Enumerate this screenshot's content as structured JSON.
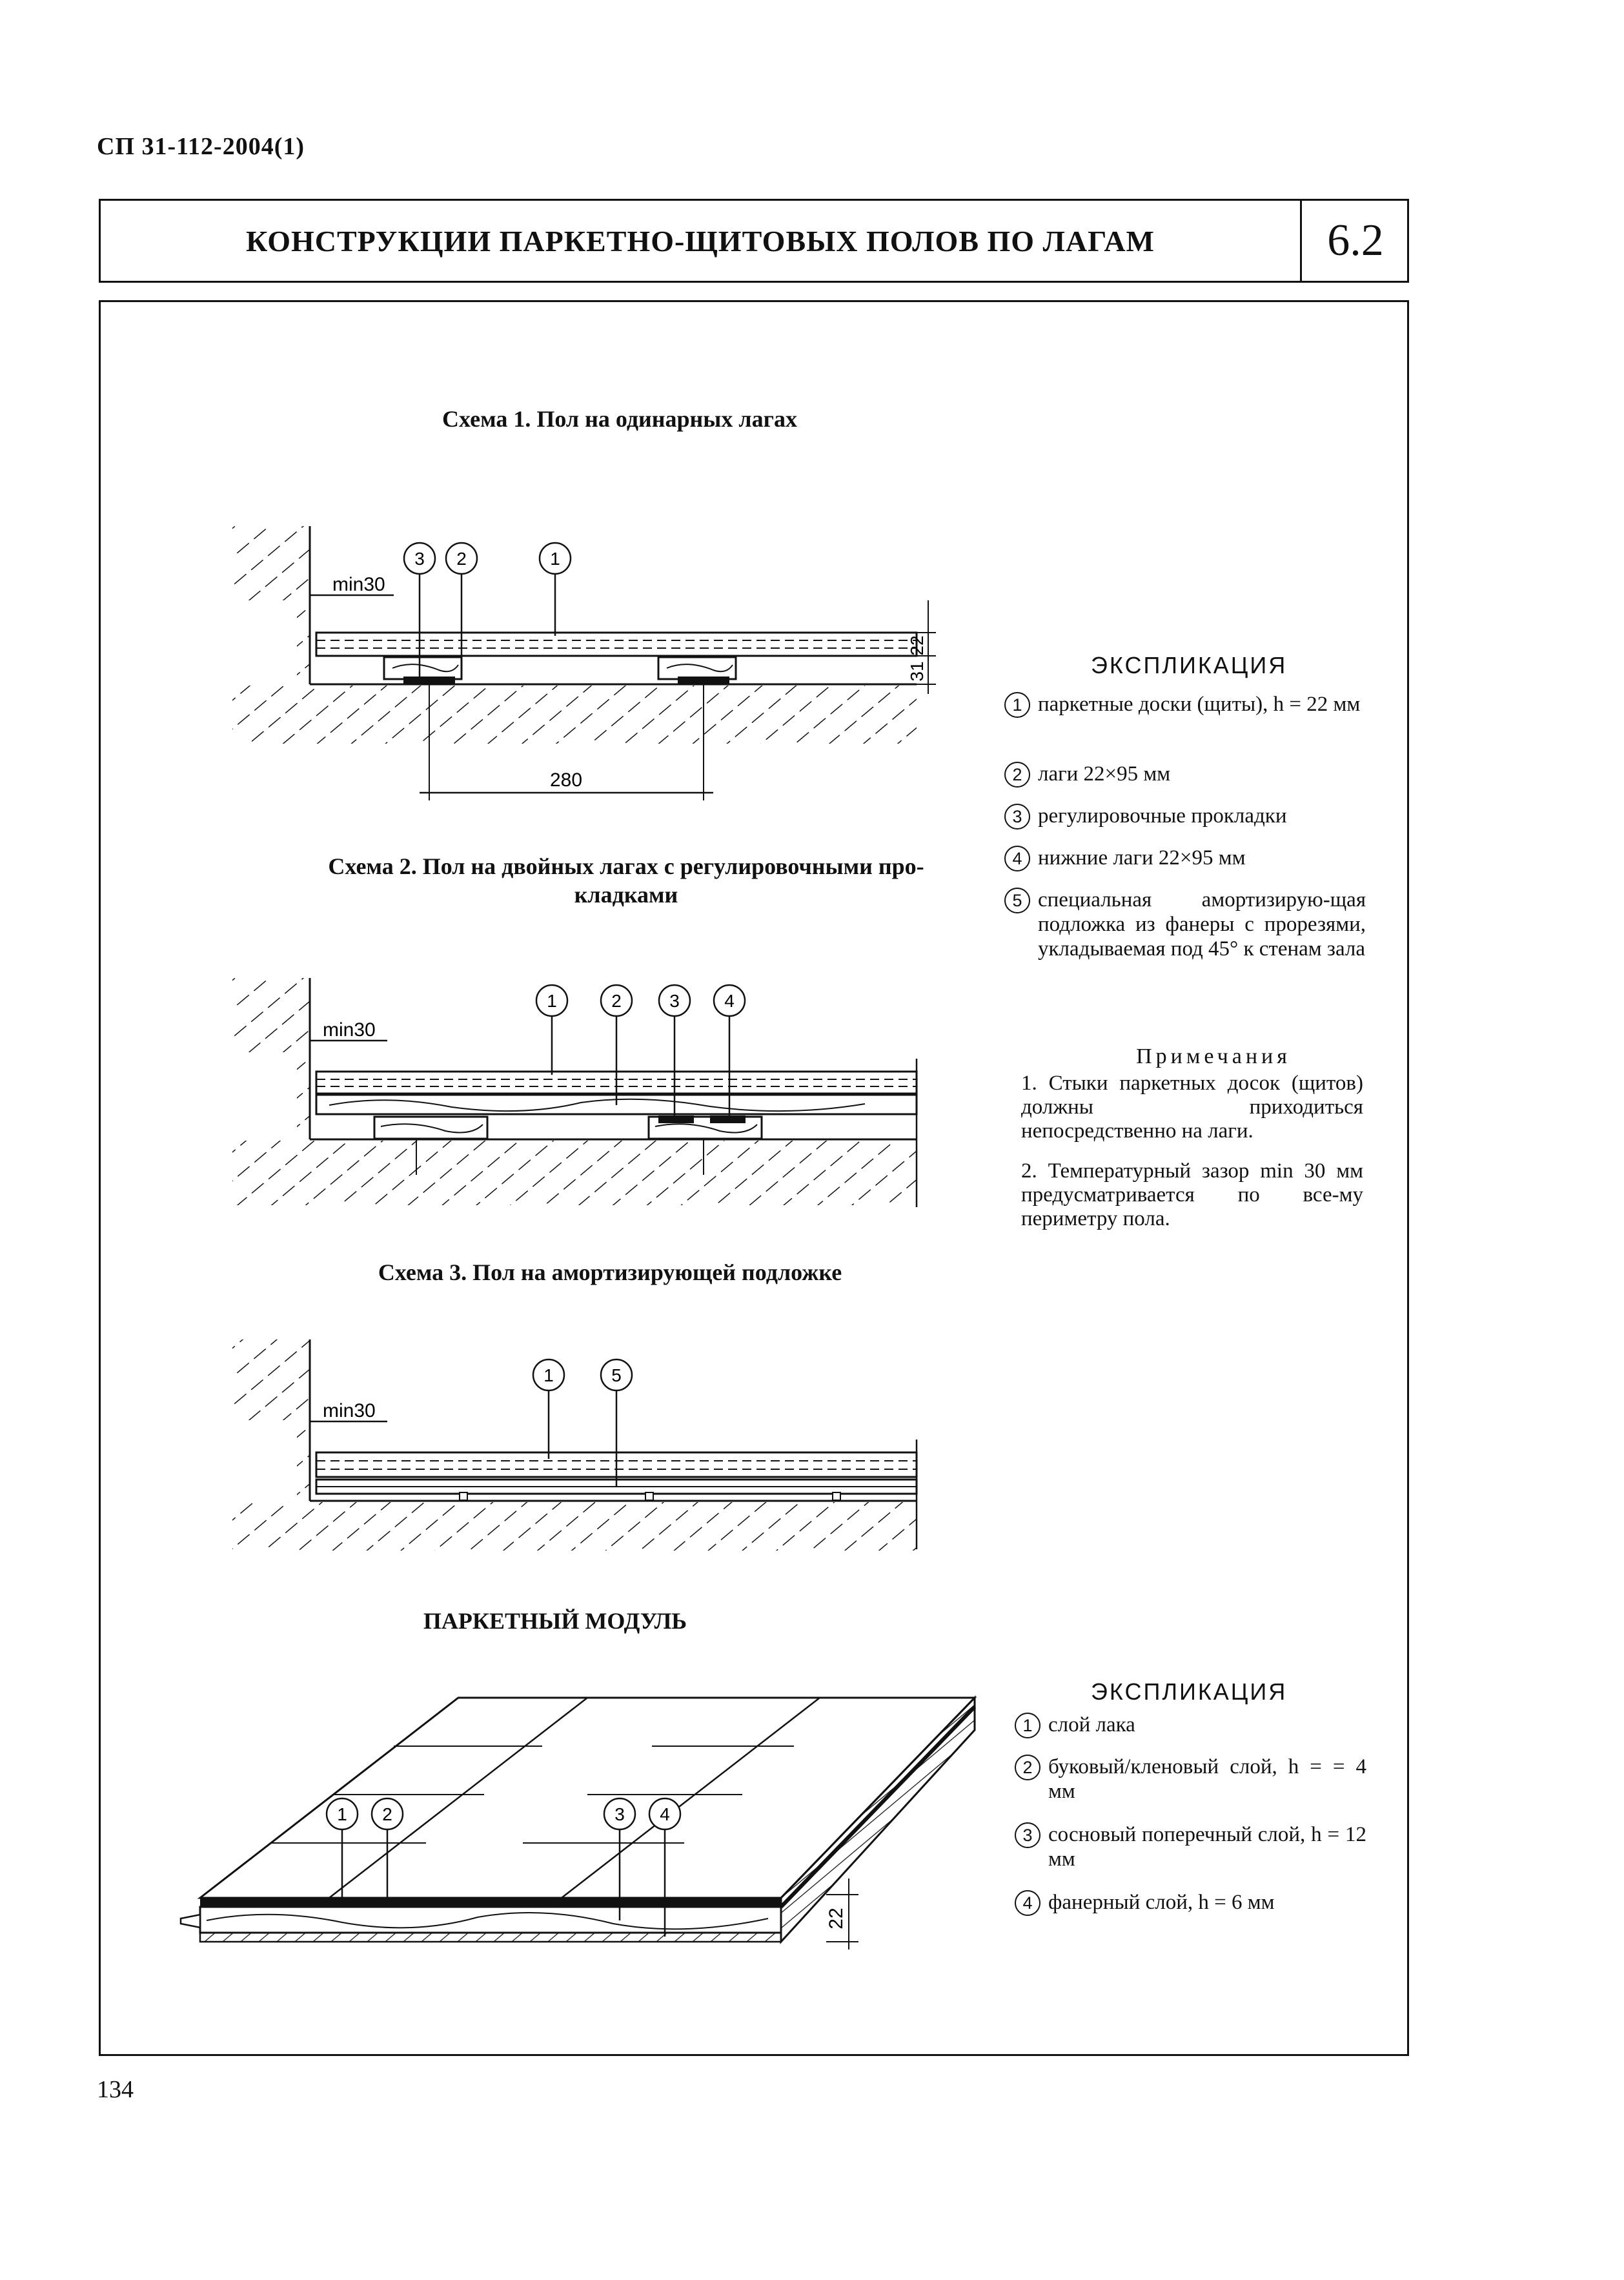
{
  "header": {
    "doc_code": "СП 31-112-2004(1)",
    "title": "КОНСТРУКЦИИ ПАРКЕТНО-ЩИТОВЫХ ПОЛОВ ПО ЛАГАМ",
    "section_number": "6.2"
  },
  "scheme1": {
    "title": "Схема 1. Пол на одинарных лагах",
    "dim_gap": "min30",
    "dim_spacing": "280",
    "dim_board": "22",
    "dim_joist": "31",
    "callouts": [
      "3",
      "2",
      "1"
    ]
  },
  "scheme2": {
    "title": "Схема 2. Пол на двойных лагах с регулировочными про-кладками",
    "dim_gap": "min30",
    "callouts": [
      "1",
      "2",
      "3",
      "4"
    ]
  },
  "scheme3": {
    "title": "Схема 3. Пол на амортизирующей подложке",
    "dim_gap": "min30",
    "callouts": [
      "1",
      "5"
    ]
  },
  "module": {
    "title": "ПАРКЕТНЫЙ МОДУЛЬ",
    "dim_thickness": "22",
    "callouts": [
      "1",
      "2",
      "3",
      "4"
    ]
  },
  "legend1": {
    "heading": "ЭКСПЛИКАЦИЯ",
    "items": [
      {
        "num": "1",
        "text": "паркетные доски (щиты), h = 22 мм"
      },
      {
        "num": "2",
        "text": "лаги 22×95 мм"
      },
      {
        "num": "3",
        "text": "регулировочные прокладки"
      },
      {
        "num": "4",
        "text": "нижние лаги 22×95 мм"
      },
      {
        "num": "5",
        "text": "специальная амортизирую-щая подложка из фанеры с прорезями, укладываемая под 45° к стенам зала"
      }
    ]
  },
  "notes": {
    "heading": "Примечания",
    "items": [
      "1. Стыки паркетных досок (щитов) должны приходиться непосредственно на лаги.",
      "2. Температурный зазор min 30 мм предусматривается по все-му периметру пола."
    ]
  },
  "legend2": {
    "heading": "ЭКСПЛИКАЦИЯ",
    "items": [
      {
        "num": "1",
        "text": "слой лака"
      },
      {
        "num": "2",
        "text": "буковый/кленовый слой, h = = 4 мм"
      },
      {
        "num": "3",
        "text": "сосновый поперечный слой, h = 12 мм"
      },
      {
        "num": "4",
        "text": "фанерный слой, h = 6 мм"
      }
    ]
  },
  "page_number": "134"
}
